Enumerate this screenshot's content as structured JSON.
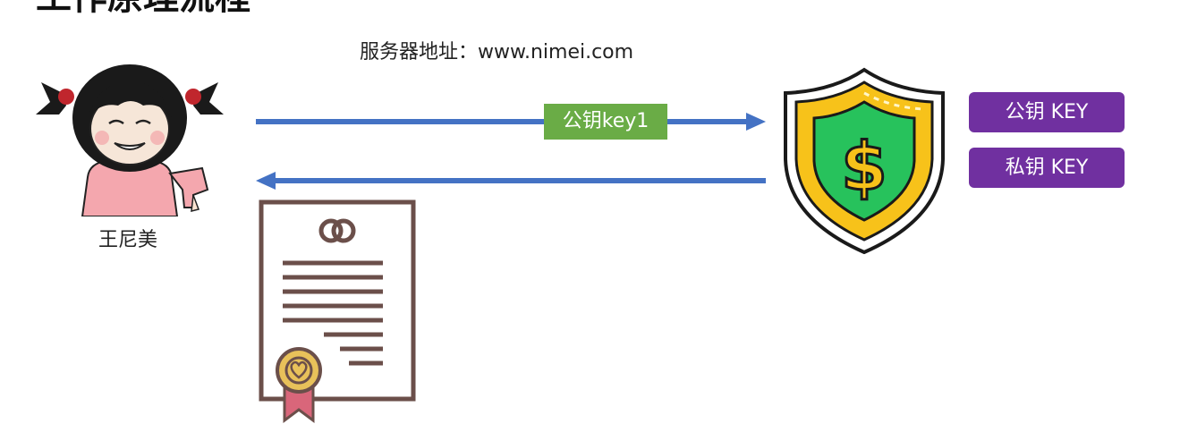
{
  "slide": {
    "title": "工作原理流程"
  },
  "server": {
    "address_label": "服务器地址：www.nimei.com"
  },
  "client": {
    "name": "王尼美"
  },
  "flow": {
    "request_label": "公钥key1"
  },
  "keys": {
    "public_label": "公钥 KEY",
    "private_label": "私钥 KEY"
  },
  "colors": {
    "arrow": "#4472c4",
    "request_label_bg": "#6aac46",
    "key_badge_bg": "#7030a0",
    "shield_outer": "#f7c21a",
    "shield_inner": "#27c25c",
    "certificate_stroke": "#6b4f4a",
    "seal": "#e8c15a",
    "ribbon": "#d9667a"
  },
  "icons": {
    "shield": "shield-dollar-icon",
    "certificate": "certificate-icon",
    "person": "girl-avatar-icon"
  }
}
